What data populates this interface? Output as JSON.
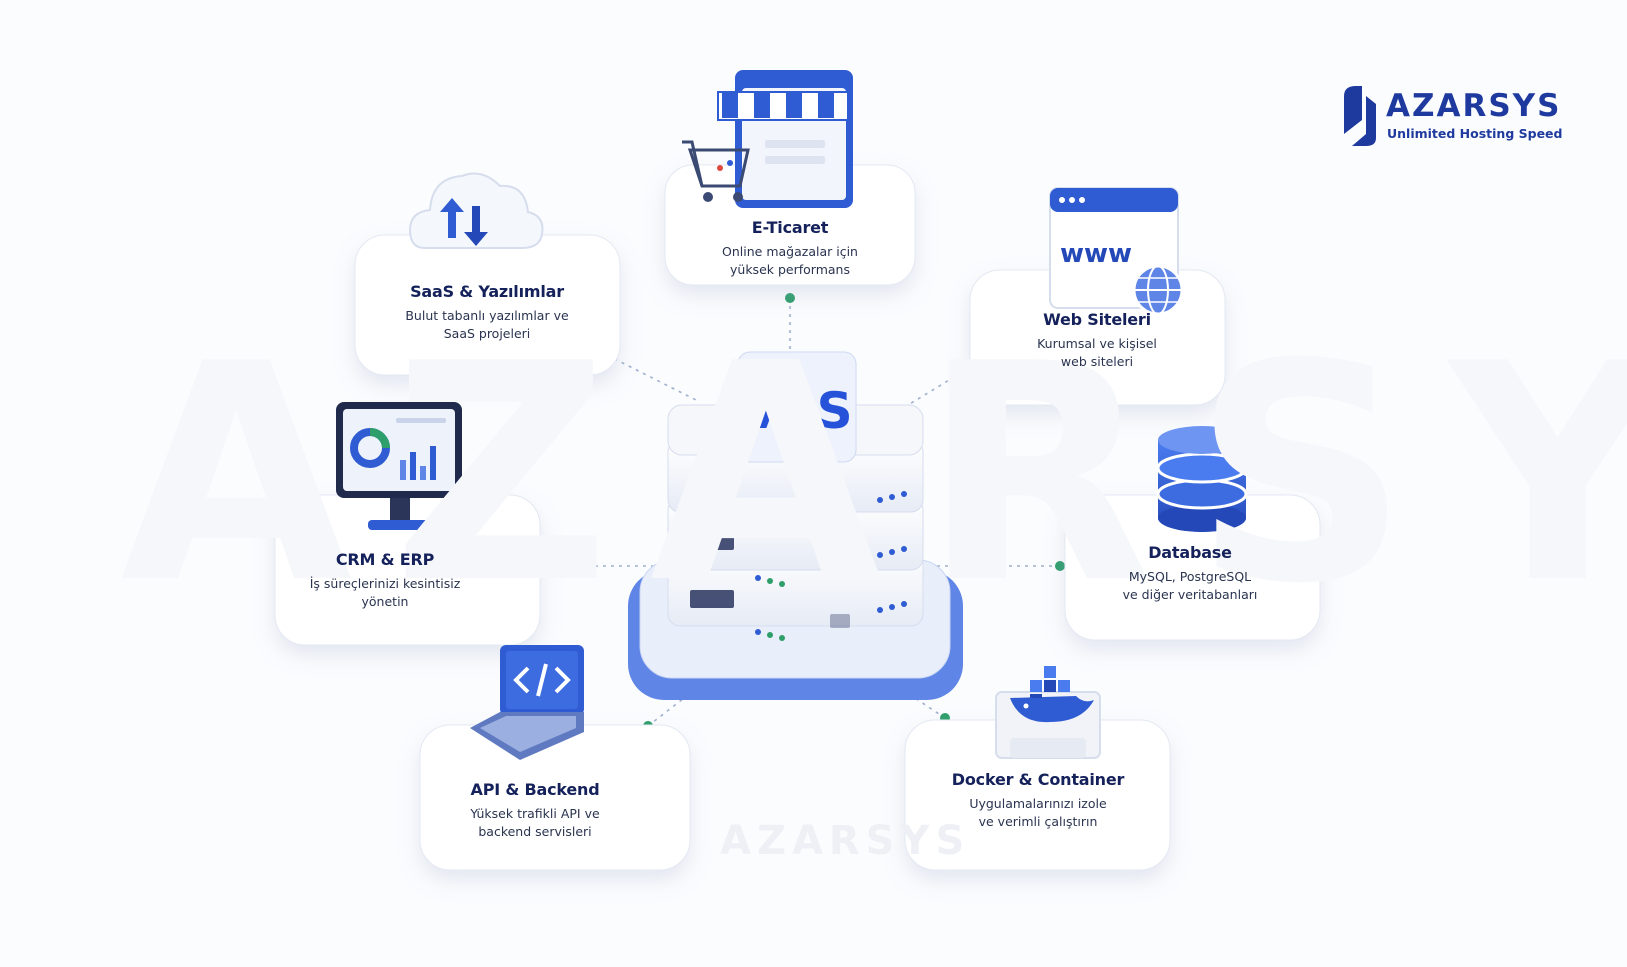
{
  "brand": {
    "name": "AZARSYS",
    "tagline": "Unlimited Hosting Speed"
  },
  "center": {
    "label": "VPS"
  },
  "nodes": {
    "eticaret": {
      "title": "E-Ticaret",
      "line1": "Online mağazalar için",
      "line2": "yüksek performans",
      "icon": "storefront-cart-icon"
    },
    "saas": {
      "title": "SaaS & Yazılımlar",
      "line1": "Bulut tabanlı yazılımlar ve",
      "line2": "SaaS projeleri",
      "icon": "cloud-sync-icon"
    },
    "web": {
      "title": "Web Siteleri",
      "line1": "Kurumsal ve kişisel",
      "line2": "web siteleri",
      "icon": "browser-www-globe-icon"
    },
    "crm": {
      "title": "CRM & ERP",
      "line1": "İş süreçlerinizi kesintisiz",
      "line2": "yönetin",
      "icon": "monitor-dashboard-icon"
    },
    "database": {
      "title": "Database",
      "line1": "MySQL, PostgreSQL",
      "line2": "ve diğer veritabanları",
      "icon": "database-cylinder-icon"
    },
    "api": {
      "title": "API & Backend",
      "line1": "Yüksek trafikli API ve",
      "line2": "backend servisleri",
      "icon": "laptop-code-icon"
    },
    "docker": {
      "title": "Docker & Container",
      "line1": "Uygulamalarınızı izole",
      "line2": "ve verimli çalıştırın",
      "icon": "docker-whale-icon"
    }
  },
  "colors": {
    "primary": "#2f5bd3",
    "navy": "#14215a",
    "connector_dot": "#2e9e6b",
    "card": "#ffffff"
  }
}
